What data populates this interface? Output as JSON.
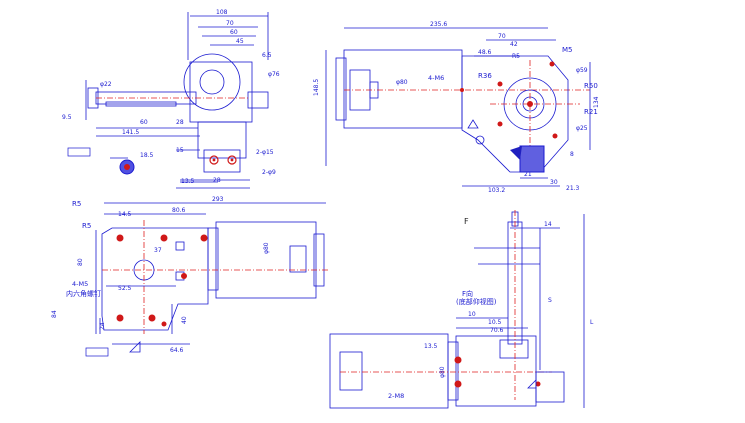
{
  "colors": {
    "outline": "#1a1ad0",
    "centerline": "#e02020",
    "dimension": "#1a1ad0",
    "hole": "#d01818",
    "hatch": "#1a1ad0",
    "text_black": "#222222"
  },
  "view_top_left": {
    "dims": [
      "108",
      "70",
      "60",
      "45",
      "6.5",
      "φ76",
      "φ22",
      "9.5",
      "60",
      "141.5",
      "28",
      "18.5",
      "15",
      "13.5",
      "28",
      "2-φ9",
      "2-φ15"
    ]
  },
  "view_top_right": {
    "dims": [
      "235.6",
      "70",
      "42",
      "48.6",
      "R5",
      "M5",
      "φ59",
      "R50",
      "R21",
      "φ25",
      "φ80",
      "103.2",
      "30",
      "21.3",
      "21",
      "8",
      "148.5",
      "134"
    ],
    "labels": [
      "R36",
      "4-M6"
    ]
  },
  "view_bottom_left": {
    "dims": [
      "293",
      "14.5",
      "80.6",
      "R5",
      "R5",
      "52.5",
      "37",
      "64.6",
      "24",
      "40",
      "80",
      "84",
      "φ80"
    ],
    "labels": [
      "4-M5",
      "内六角螺钉"
    ]
  },
  "view_bottom_right": {
    "dims": [
      "14",
      "10",
      "10.5",
      "70.6",
      "13.5",
      "φ80",
      "S",
      "L"
    ],
    "labels": [
      "F",
      "F向",
      "(底部仰视图)",
      "2-M8"
    ]
  }
}
